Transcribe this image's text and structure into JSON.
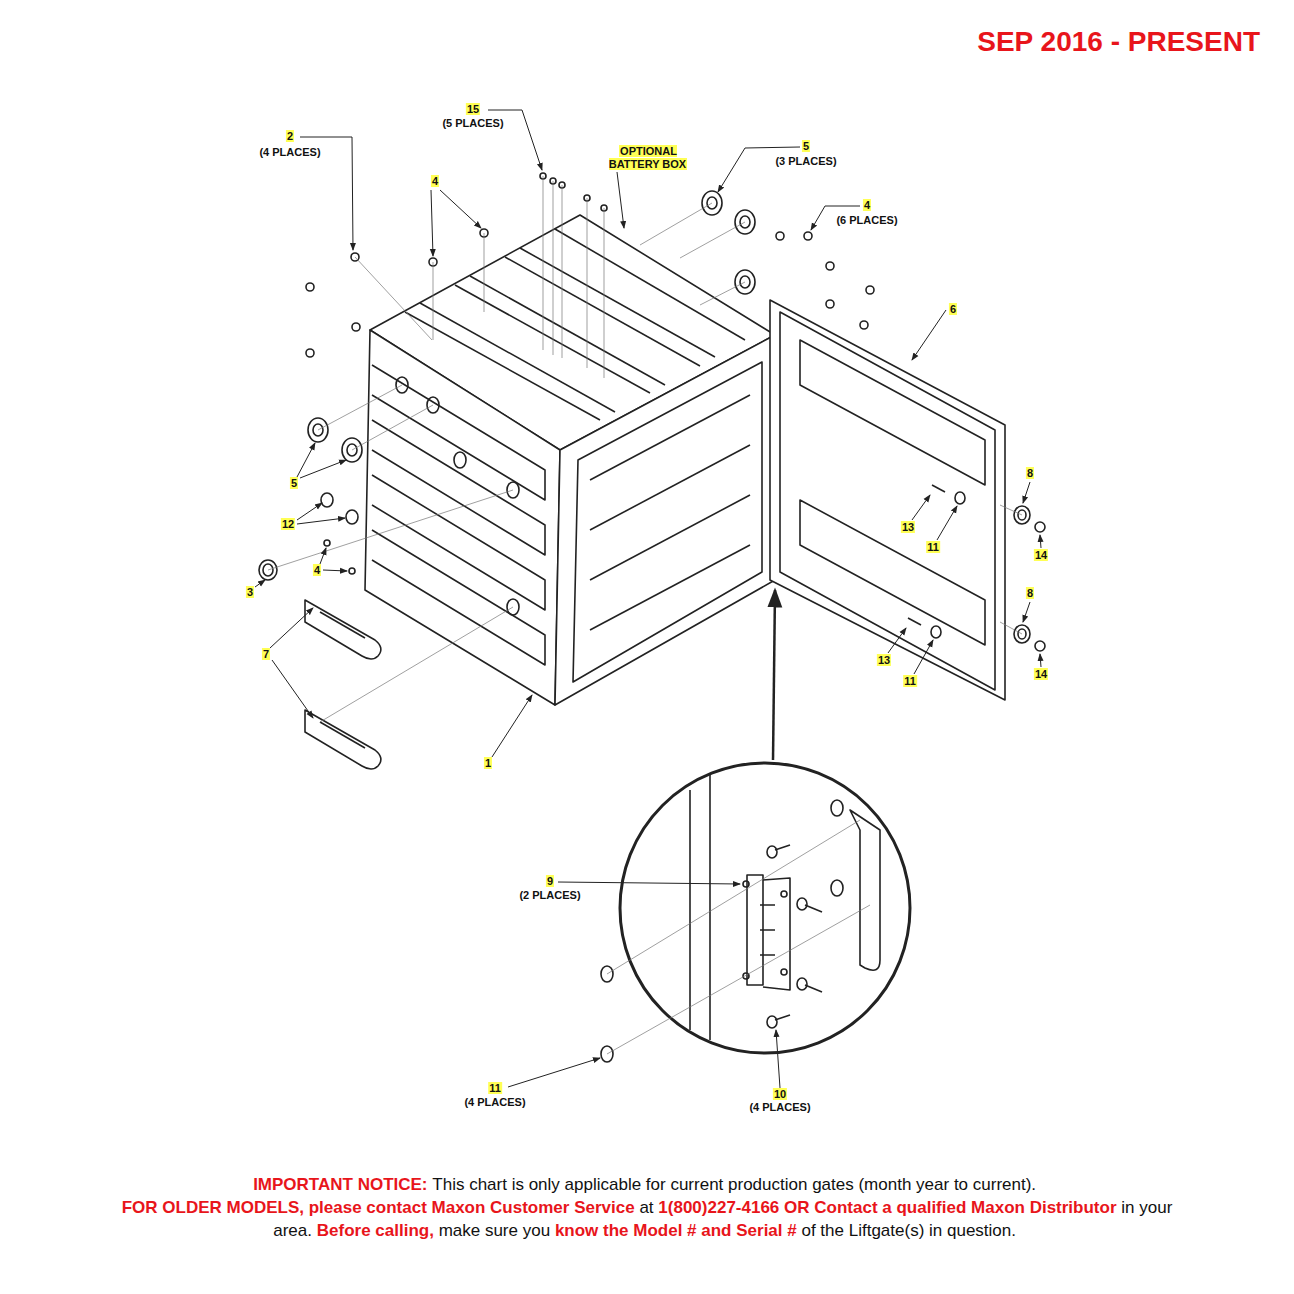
{
  "diagram": {
    "title": "SEP 2016 - PRESENT",
    "labels": [
      "2",
      "(4 PLACES)",
      "15",
      "(5 PLACES)",
      "OPTIONAL BATTERY BOX",
      "5",
      "(3 PLACES)",
      "4",
      "4",
      "(6 PLACES)",
      "6",
      "5",
      "12",
      "4",
      "3",
      "7",
      "1",
      "8",
      "13",
      "11",
      "14",
      "8",
      "13",
      "11",
      "14",
      "9",
      "(2 PLACES)",
      "11",
      "(4 PLACES)",
      "10",
      "(4 PLACES)",
      "IMPORTANT NOTICE:",
      "This chart is only applicable for current production gates (month year to current).",
      "FOR OLDER MODELS, please contact Maxon Customer Service",
      "at",
      "1(800)227-4166 OR Contact a qualified Maxon Distributor",
      "in your area.",
      "Before calling,",
      "make sure you",
      "know the Model # and Serial #",
      "of the Liftgate(s) in question."
    ]
  }
}
